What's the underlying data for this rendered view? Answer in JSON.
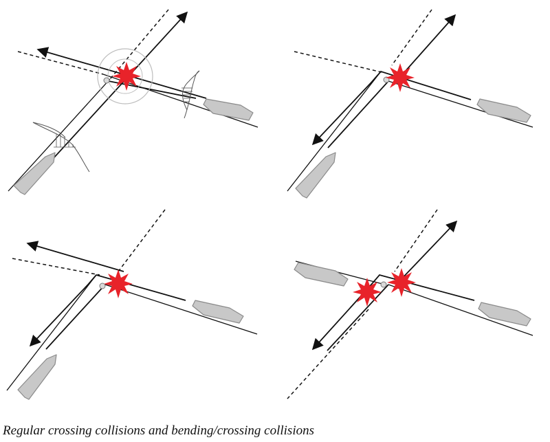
{
  "caption": "Regular crossing collisions and bending/crossing collisions",
  "colors": {
    "line": "#111111",
    "ship_fill": "#c8c8c8",
    "ship_stroke": "#8a8a8a",
    "collision": "#e8232a",
    "waypoint_fill": "#d9d9d9",
    "zone_circle": "#bdbdbd"
  },
  "panels": [
    {
      "id": "regular-crossing",
      "collisions": 1,
      "has_distributions": true
    },
    {
      "id": "bending-crossing-1",
      "collisions": 1,
      "has_distributions": false
    },
    {
      "id": "bending-crossing-2",
      "collisions": 1,
      "has_distributions": false
    },
    {
      "id": "bending-crossing-3",
      "collisions": 2,
      "has_distributions": false
    }
  ]
}
